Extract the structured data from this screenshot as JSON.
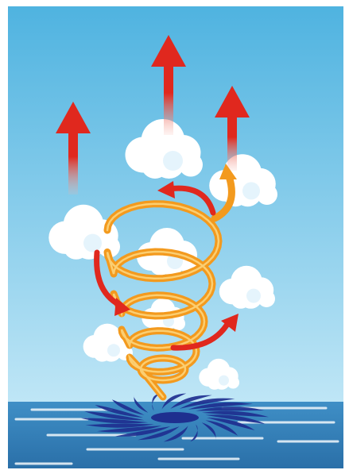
{
  "illustration": {
    "elements": [
      "sky",
      "sea",
      "waterspout-spiral",
      "updraft-arrows",
      "rotation-arrows",
      "clouds",
      "surface-swirl"
    ],
    "colors": {
      "sky_top": "#4fb3e0",
      "sky_bottom": "#bfe6f6",
      "sea_top": "#3f8fc6",
      "sea_bottom": "#2a6fa8",
      "spiral": "#f39a1e",
      "spiral_highlight": "#fcd47a",
      "arrow": "#e0281e",
      "arrow_fade": "#f7b2a6",
      "cloud": "#ffffff",
      "cloud_shade": "#dff1fb",
      "swirl": "#1e2f8f",
      "wave": "#f2f8fc"
    }
  }
}
